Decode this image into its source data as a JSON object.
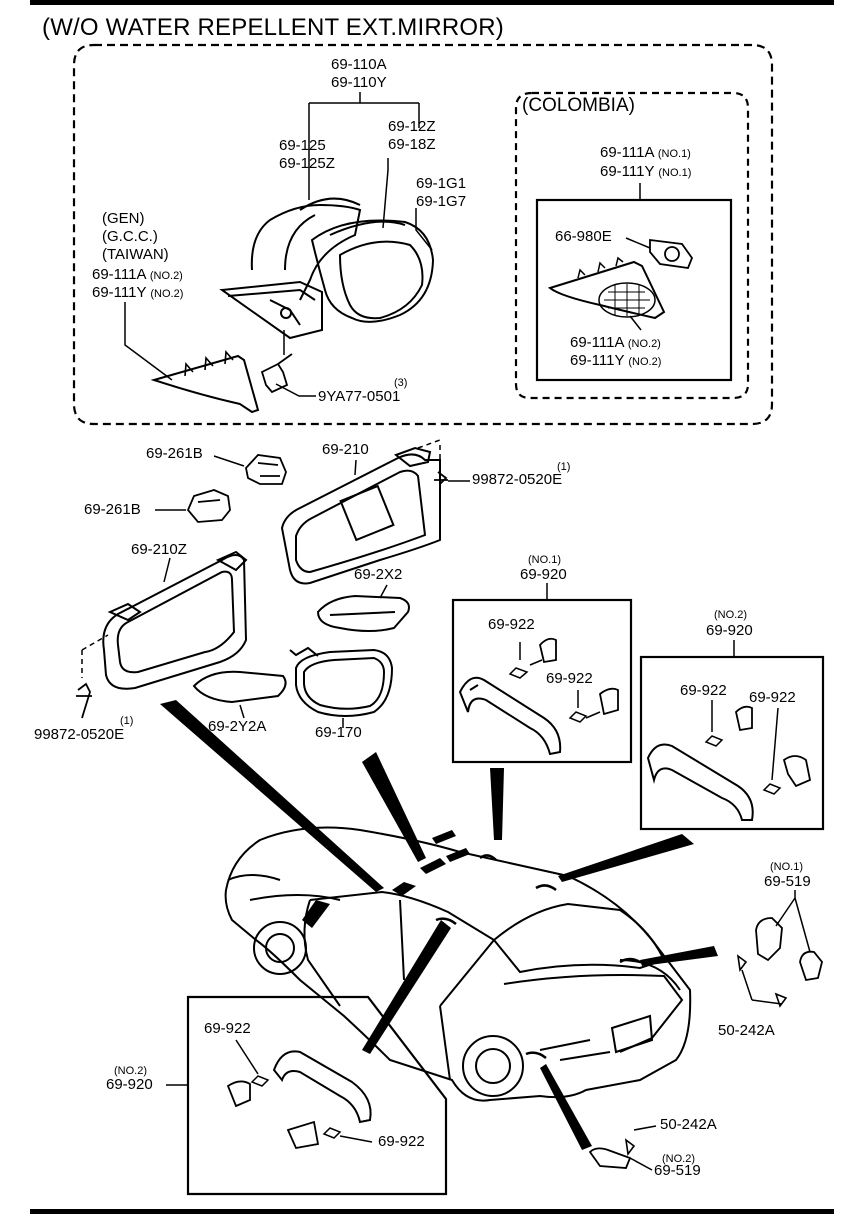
{
  "title": "(W/O WATER REPELLENT EXT.MIRROR)",
  "colombia_label": "(COLOMBIA)",
  "labels": {
    "mirror_top": [
      "69-110A",
      "69-110Y"
    ],
    "mirror_125": [
      "69-125",
      "69-125Z"
    ],
    "mirror_12z": [
      "69-12Z",
      "69-18Z"
    ],
    "mirror_1g": [
      "69-1G1",
      "69-1G7"
    ],
    "region_gen": [
      "(GEN)",
      "(G.C.C.)",
      "(TAIWAN)"
    ],
    "cover_gen_a": "69-111A",
    "cover_gen_y": "69-111Y",
    "no2": "(NO.2)",
    "no1": "(NO.1)",
    "bolt_qty": "(3)",
    "bolt": "9YA77-0501",
    "col_top_a": "69-111A",
    "col_top_y": "69-111Y",
    "col_clip": "66-980E",
    "col_bot_a": "69-111A",
    "col_bot_y": "69-111Y",
    "holder_1": "69-261B",
    "holder_2": "69-261B",
    "visor_r": "69-210",
    "screw_qty_1": "(1)",
    "screw_1": "99872-0520E",
    "visor_l": "69-210Z",
    "mirror_cover": "69-2X2",
    "inner_mirror_cover": "69-2Y2A",
    "inner_mirror": "69-170",
    "screw_qty_2": "(1)",
    "screw_2": "99872-0520E",
    "grip_a_no": "(NO.1)",
    "grip_a": "69-920",
    "grip_a_cap1": "69-922",
    "grip_a_cap2": "69-922",
    "grip_b_no": "(NO.2)",
    "grip_b": "69-920",
    "grip_b_cap1": "69-922",
    "grip_b_cap2": "69-922",
    "hook_no1": "(NO.1)",
    "hook_1": "69-519",
    "clip_1": "50-242A",
    "grip_c_no": "(NO.2)",
    "grip_c": "69-920",
    "grip_c_cap1": "69-922",
    "grip_c_cap2": "69-922",
    "clip_2": "50-242A",
    "hook_no2": "(NO.2)",
    "hook_2": "69-519"
  }
}
